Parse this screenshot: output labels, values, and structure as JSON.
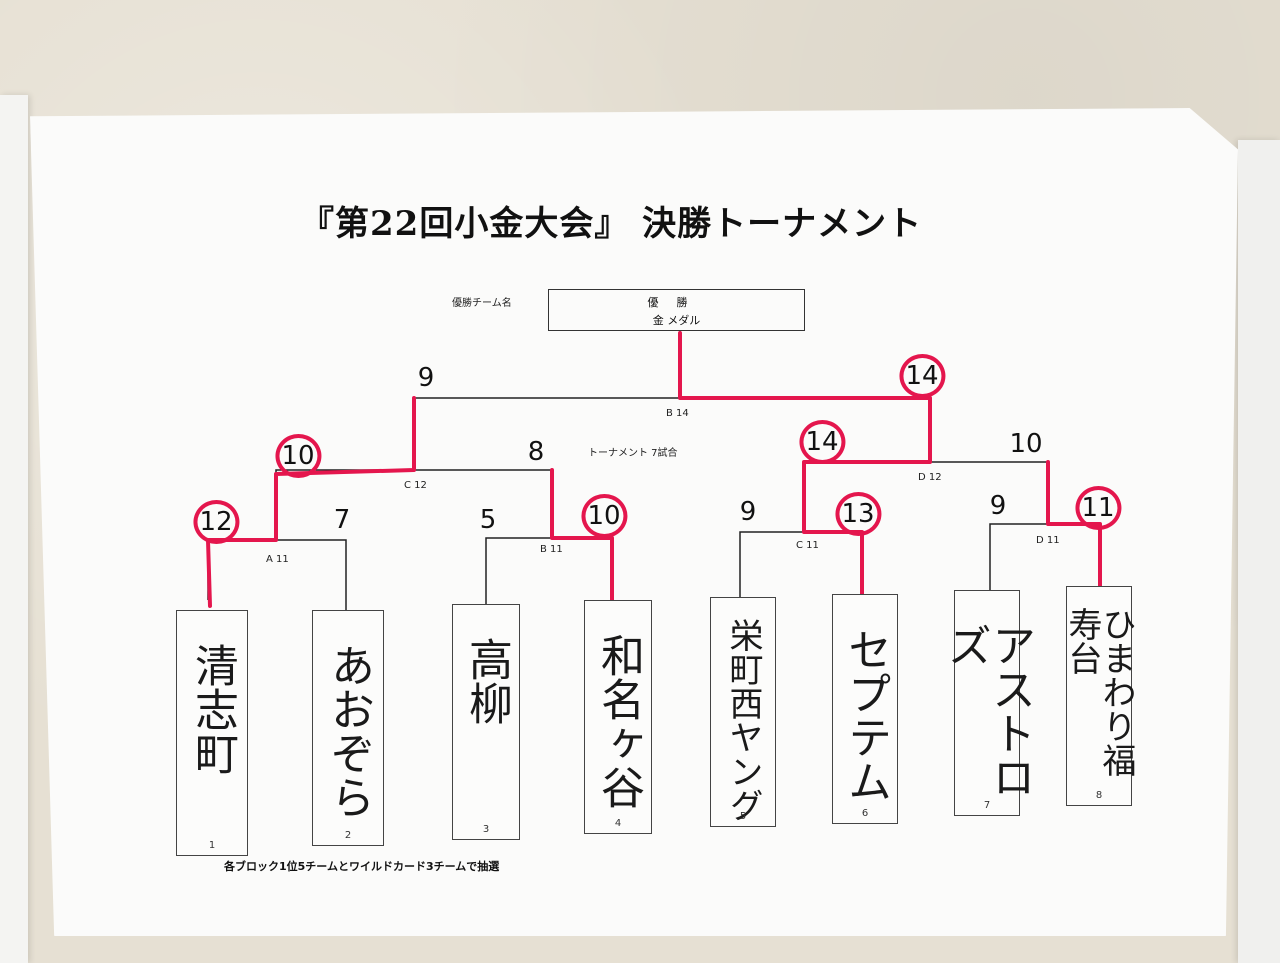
{
  "title": "『第22回小金大会』 決勝トーナメント",
  "winner": {
    "label": "優勝チーム名",
    "line1": "優勝",
    "line2": "金 メダル"
  },
  "note_total": "トーナメント 7試合",
  "match_labels": {
    "a11": "A 11",
    "b11": "B 11",
    "c11": "C 11",
    "d11": "D 11",
    "c12": "C 12",
    "d12": "D 12",
    "b14": "B 14"
  },
  "teams": [
    {
      "name": "清志町",
      "num": "1"
    },
    {
      "name": "あおぞら",
      "num": "2"
    },
    {
      "name": "高柳",
      "num": "3"
    },
    {
      "name": "和名ヶ谷",
      "num": "4"
    },
    {
      "name": "栄町西ヤング",
      "num": "5"
    },
    {
      "name": "セプテム",
      "num": "6"
    },
    {
      "name": "アストロズ",
      "num": "7"
    },
    {
      "name": "ひまわり福寿台",
      "num": "8"
    }
  ],
  "scores": {
    "r1_t1": "12",
    "r1_t2": "7",
    "r1_t3": "5",
    "r1_t4": "10",
    "r1_t5": "9",
    "r1_t6": "13",
    "r1_t7": "9",
    "r1_t8": "11",
    "sf_left_a": "10",
    "sf_left_b": "8",
    "sf_right_a": "14",
    "sf_right_b": "10",
    "final_left": "9",
    "final_right": "14"
  },
  "footnote": "各ブロック1位5チームとワイルドカード3チームで抽選",
  "colors": {
    "winner_path": "#e4164d",
    "bracket_line": "#222222",
    "paper": "#fbfbfa",
    "wall": "#e6e0d3"
  }
}
